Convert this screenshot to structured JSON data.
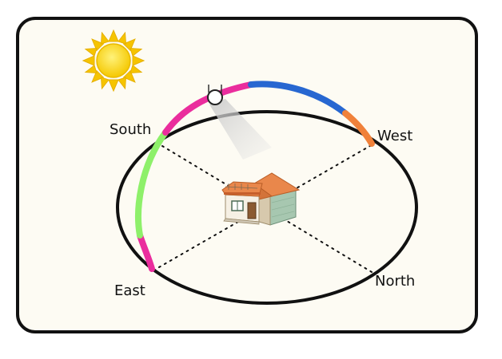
{
  "labels": {
    "south": "South",
    "west": "West",
    "east": "East",
    "north": "North"
  },
  "colors": {
    "frame_border": "#111111",
    "frame_fill": "#fdfbf3",
    "sun": "#f7d21c",
    "sun_rays": "#f6c400",
    "arc_green": "#8ef06a",
    "arc_magenta": "#ea2d9d",
    "arc_blue": "#2767d1",
    "arc_orange": "#f0813a",
    "ellipse": "#111111",
    "roof": "#e9874b",
    "wall": "#f6f0e4",
    "stone": "#a7c7b0"
  },
  "icons": {
    "sun": "sun-icon",
    "lamp": "lamp-icon",
    "house": "house-icon"
  }
}
